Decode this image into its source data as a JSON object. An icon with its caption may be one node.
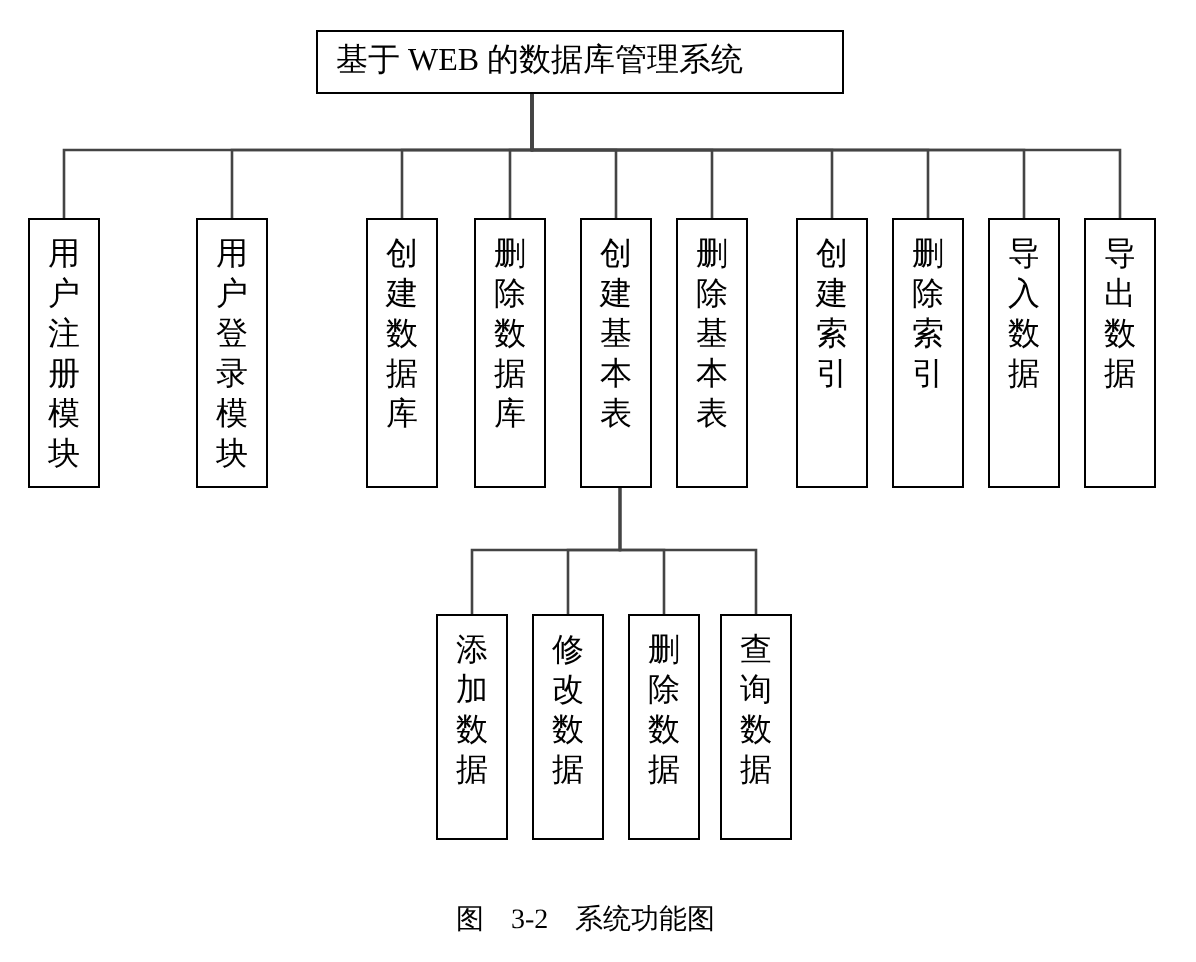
{
  "diagram": {
    "nodes": [
      {
        "text": [
          "基于 WEB 的数据库管理系统"
        ]
      },
      {
        "text": [
          "用户注册模块"
        ]
      },
      {
        "text": [
          "用户登录模块"
        ]
      },
      {
        "text": [
          "创建数据库"
        ]
      },
      {
        "text": [
          "删除数据库"
        ]
      },
      {
        "text": [
          "创建基本表"
        ]
      },
      {
        "text": [
          "删除基本表"
        ]
      },
      {
        "text": [
          "创建索引"
        ]
      },
      {
        "text": [
          "删除索引"
        ]
      },
      {
        "text": [
          "导入数据"
        ]
      },
      {
        "text": [
          "导出数据"
        ]
      },
      {
        "text": [
          "添加数据"
        ]
      },
      {
        "text": [
          "修改数据"
        ]
      },
      {
        "text": [
          "删除数据"
        ]
      },
      {
        "text": [
          "查询数据"
        ]
      }
    ],
    "edges": [
      {
        "from": 0,
        "to": 1,
        "arrow": "none"
      },
      {
        "from": 0,
        "to": 2,
        "arrow": "none"
      },
      {
        "from": 0,
        "to": 3,
        "arrow": "none"
      },
      {
        "from": 0,
        "to": 4,
        "arrow": "none"
      },
      {
        "from": 0,
        "to": 5,
        "arrow": "none"
      },
      {
        "from": 0,
        "to": 6,
        "arrow": "none"
      },
      {
        "from": 0,
        "to": 7,
        "arrow": "none"
      },
      {
        "from": 0,
        "to": 8,
        "arrow": "none"
      },
      {
        "from": 0,
        "to": 9,
        "arrow": "none"
      },
      {
        "from": 0,
        "to": 10,
        "arrow": "none"
      },
      {
        "from": 5,
        "to": 11,
        "arrow": "none"
      },
      {
        "from": 5,
        "to": 12,
        "arrow": "none"
      },
      {
        "from": 5,
        "to": 13,
        "arrow": "none"
      },
      {
        "from": 5,
        "to": 14,
        "arrow": "none"
      }
    ],
    "caption": "图 3-2 系统功能图"
  }
}
